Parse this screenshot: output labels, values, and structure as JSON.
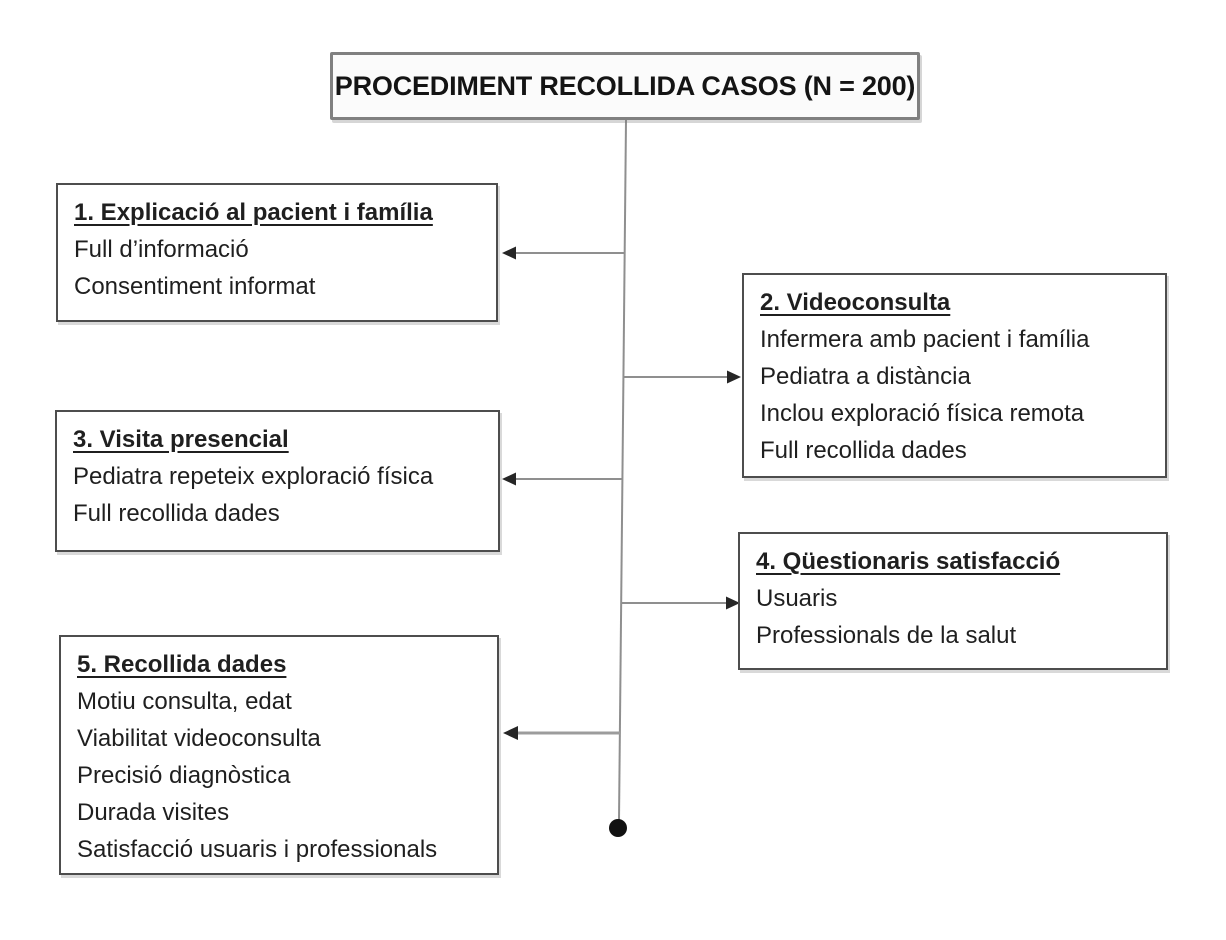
{
  "diagram": {
    "root": {
      "label": "PROCEDIMENT RECOLLIDA CASOS (N = 200)"
    },
    "boxes": [
      {
        "id": "1",
        "side": "left",
        "title": "1. Explicació al pacient i família",
        "items": [
          "Full d’informació",
          "Consentiment informat"
        ]
      },
      {
        "id": "2",
        "side": "right",
        "title": "2. Videoconsulta",
        "items": [
          "Infermera amb pacient i família",
          "Pediatra a distància",
          "Inclou exploració física remota",
          "Full recollida dades"
        ]
      },
      {
        "id": "3",
        "side": "left",
        "title": "3. Visita presencial",
        "items": [
          "Pediatra repeteix exploració física",
          "Full recollida dades"
        ]
      },
      {
        "id": "4",
        "side": "right",
        "title": "4. Qüestionaris satisfacció",
        "items": [
          "Usuaris",
          "Professionals de la salut"
        ]
      },
      {
        "id": "5",
        "side": "left",
        "title": "5. Recollida dades",
        "items": [
          "Motiu consulta, edat",
          "Viabilitat videoconsulta",
          "Precisió diagnòstica",
          "Durada visites",
          "Satisfacció usuaris i professionals"
        ]
      }
    ],
    "colors": {
      "line": "#8f8f8f",
      "line_light": "#9c9c9c",
      "arrow": "#262626",
      "terminator": "#111111",
      "box_border": "#4d4d4d",
      "root_border": "#808080",
      "root_fill": "#fbfbfb",
      "text": "#1f1f1f"
    }
  }
}
